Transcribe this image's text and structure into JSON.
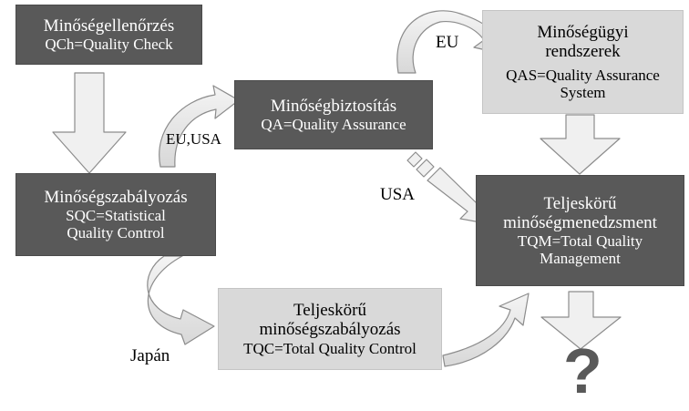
{
  "boxes": {
    "qch": {
      "title": "Minőségellenőrzés",
      "lines": [
        "QCh=Quality Check"
      ]
    },
    "sqc": {
      "title": "Minőségszabályozás",
      "lines": [
        "SQC=Statistical",
        "Quality Control"
      ]
    },
    "qa": {
      "title": "Minőségbiztosítás",
      "lines": [
        "QA=Quality Assurance"
      ]
    },
    "qas": {
      "title_lines": [
        "Minőségügyi",
        "rendszerek"
      ],
      "lines": [
        "QAS=Quality Assurance",
        "System"
      ]
    },
    "tqm": {
      "title_lines": [
        "Teljeskörű",
        "minőségmenedzsment"
      ],
      "lines": [
        "TQM=Total Quality",
        "Management"
      ]
    },
    "tqc": {
      "title_lines": [
        "Teljeskörű",
        "minőségszabályozás"
      ],
      "lines": [
        "TQC=Total Quality Control"
      ]
    }
  },
  "labels": {
    "eu_usa": "EU,USA",
    "eu": "EU",
    "usa": "USA",
    "japan": "Japán",
    "question": "?"
  },
  "colors": {
    "dark_box": "#595959",
    "light_box": "#d9d9d9",
    "arrow_fill": "#f0f0f0",
    "arrow_stroke": "#8c8c8c"
  }
}
